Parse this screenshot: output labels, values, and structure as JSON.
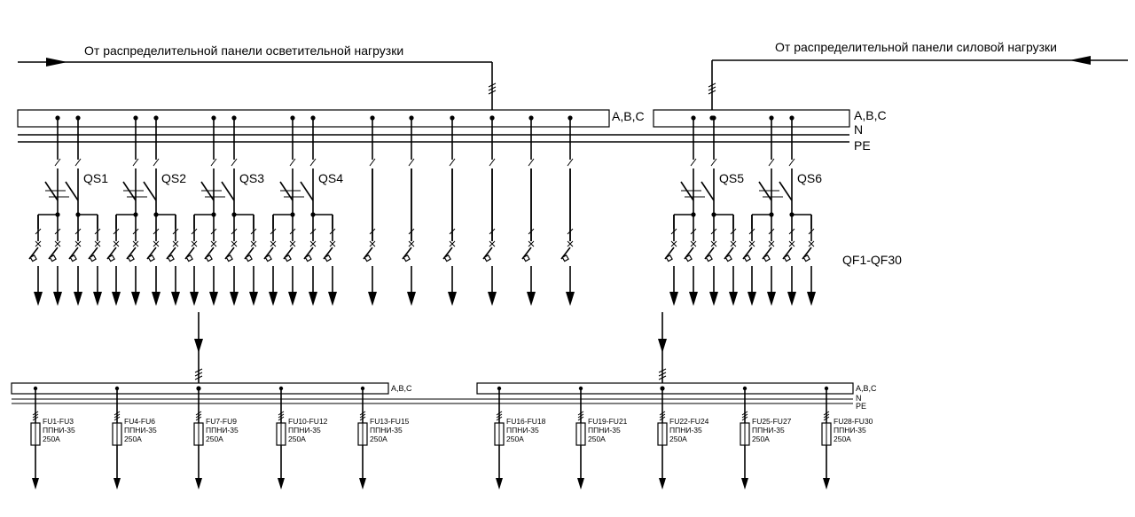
{
  "feeds": {
    "lighting": "От распределительной панели осветительной нагрузки",
    "power": "От распределительной панели силовой нагрузки"
  },
  "buses": {
    "upper_left_phases": "A,B,C",
    "upper_right_phases": "A,B,C",
    "neutral": "N",
    "protective_earth": "PE",
    "lower_left_phases": "A,B,C",
    "lower_right_phases": "A,B,C",
    "lower_neutral": "N",
    "lower_pe": "PE"
  },
  "switches": [
    "QS1",
    "QS2",
    "QS3",
    "QS4",
    "QS5",
    "QS6"
  ],
  "breakers_label": "QF1-QF30",
  "fuses": [
    {
      "id": "FU1-FU3",
      "type": "ППНИ-35",
      "rating": "250A"
    },
    {
      "id": "FU4-FU6",
      "type": "ППНИ-35",
      "rating": "250A"
    },
    {
      "id": "FU7-FU9",
      "type": "ППНИ-35",
      "rating": "250A"
    },
    {
      "id": "FU10-FU12",
      "type": "ППНИ-35",
      "rating": "250A"
    },
    {
      "id": "FU13-FU15",
      "type": "ППНИ-35",
      "rating": "250A"
    },
    {
      "id": "FU16-FU18",
      "type": "ППНИ-35",
      "rating": "250A"
    },
    {
      "id": "FU19-FU21",
      "type": "ППНИ-35",
      "rating": "250A"
    },
    {
      "id": "FU22-FU24",
      "type": "ППНИ-35",
      "rating": "250A"
    },
    {
      "id": "FU25-FU27",
      "type": "ППНИ-35",
      "rating": "250A"
    },
    {
      "id": "FU28-FU30",
      "type": "ППНИ-35",
      "rating": "250A"
    }
  ],
  "colors": {
    "ink": "#000000",
    "paper": "#ffffff"
  }
}
